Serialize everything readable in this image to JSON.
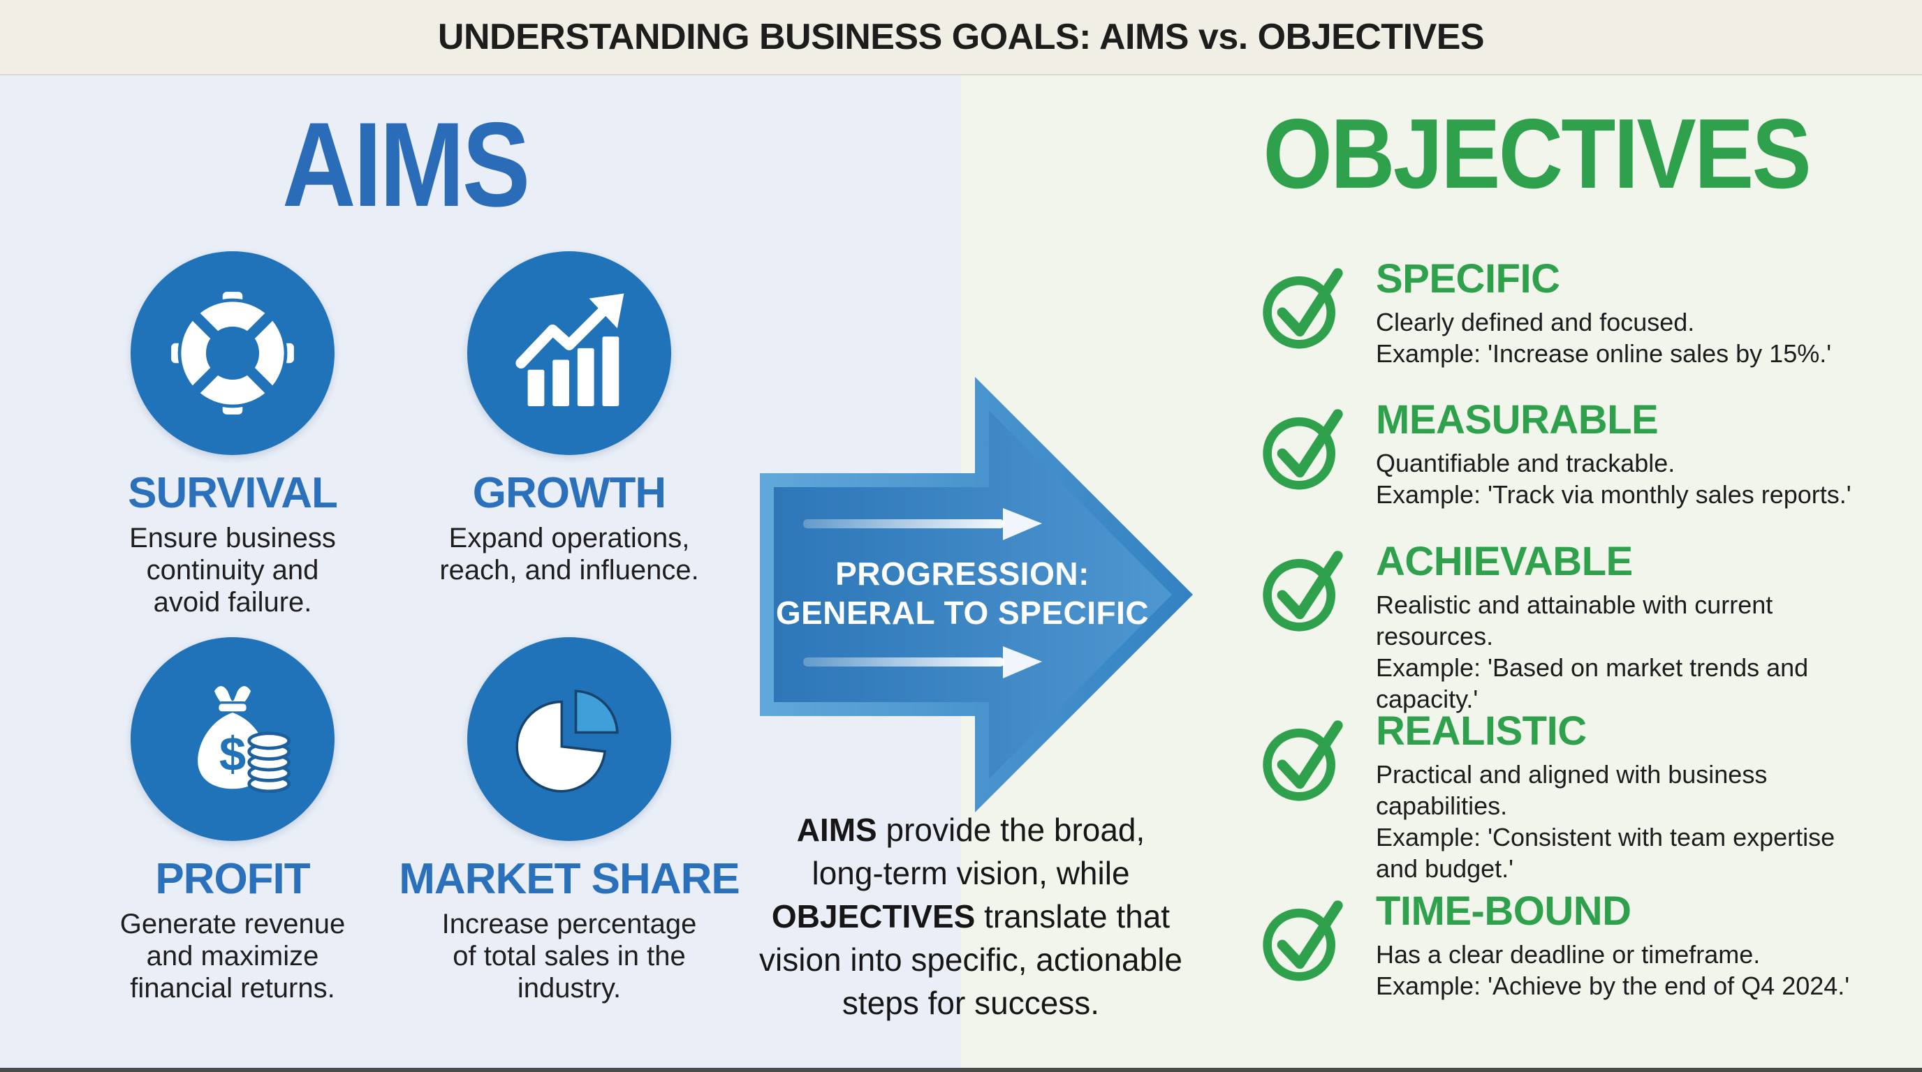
{
  "title": "UNDERSTANDING BUSINESS GOALS: AIMS vs. OBJECTIVES",
  "aims": {
    "heading": "AIMS",
    "items": [
      {
        "name": "SURVIVAL",
        "icon": "lifebuoy-icon",
        "desc_lines": [
          "Ensure business",
          "continuity and",
          "avoid failure."
        ]
      },
      {
        "name": "GROWTH",
        "icon": "growth-chart-icon",
        "desc_lines": [
          "Expand operations,",
          "reach, and influence."
        ]
      },
      {
        "name": "PROFIT",
        "icon": "money-bag-icon",
        "desc_lines": [
          "Generate revenue",
          "and maximize",
          "financial returns."
        ]
      },
      {
        "name": "MARKET SHARE",
        "icon": "pie-chart-icon",
        "desc_lines": [
          "Increase percentage",
          "of total sales in the",
          "industry."
        ]
      }
    ]
  },
  "progression": {
    "icon": "right-arrow",
    "line1": "PROGRESSION:",
    "line2": "GENERAL TO SPECIFIC"
  },
  "summary": {
    "bold1": "AIMS",
    "text1": " provide the broad,",
    "line2": "long-term vision, while",
    "bold3": "OBJECTIVES",
    "text3": " translate that",
    "line4": "vision into specific, actionable",
    "line5": "steps for success."
  },
  "objectives": {
    "heading": "OBJECTIVES",
    "check_icon": "checkmark-circle-icon",
    "items": [
      {
        "name": "SPECIFIC",
        "desc_lines": [
          "Clearly defined and focused."
        ],
        "example_lines": [
          "Example: 'Increase online sales by 15%.'"
        ]
      },
      {
        "name": "MEASURABLE",
        "desc_lines": [
          "Quantifiable and trackable."
        ],
        "example_lines": [
          "Example: 'Track via monthly sales reports.'"
        ]
      },
      {
        "name": "ACHIEVABLE",
        "desc_lines": [
          "Realistic and attainable with current",
          "resources."
        ],
        "example_lines": [
          "Example: 'Based on market trends and",
          "capacity.'"
        ]
      },
      {
        "name": "REALISTIC",
        "desc_lines": [
          "Practical and aligned with business",
          "capabilities."
        ],
        "example_lines": [
          "Example: 'Consistent with team expertise",
          "and budget.'"
        ]
      },
      {
        "name": "TIME-BOUND",
        "desc_lines": [
          "Has a clear deadline or timeframe."
        ],
        "example_lines": [
          "Example: 'Achieve by the end of Q4 2024.'"
        ]
      }
    ]
  },
  "colors": {
    "title_band_bg": "#f1eee6",
    "left_bg": "#e9eef7",
    "right_bg": "#f1f5ec",
    "aims_blue": "#2b6cb8",
    "item_blue": "#2a70bb",
    "circle_blue": "#2173b9",
    "pie_slice_blue": "#3f9fd9",
    "objectives_green": "#2fa14d",
    "body_text": "#1e1e1e",
    "arrow_blue_dark": "#2d76b8",
    "arrow_blue_light": "#61a8da"
  }
}
